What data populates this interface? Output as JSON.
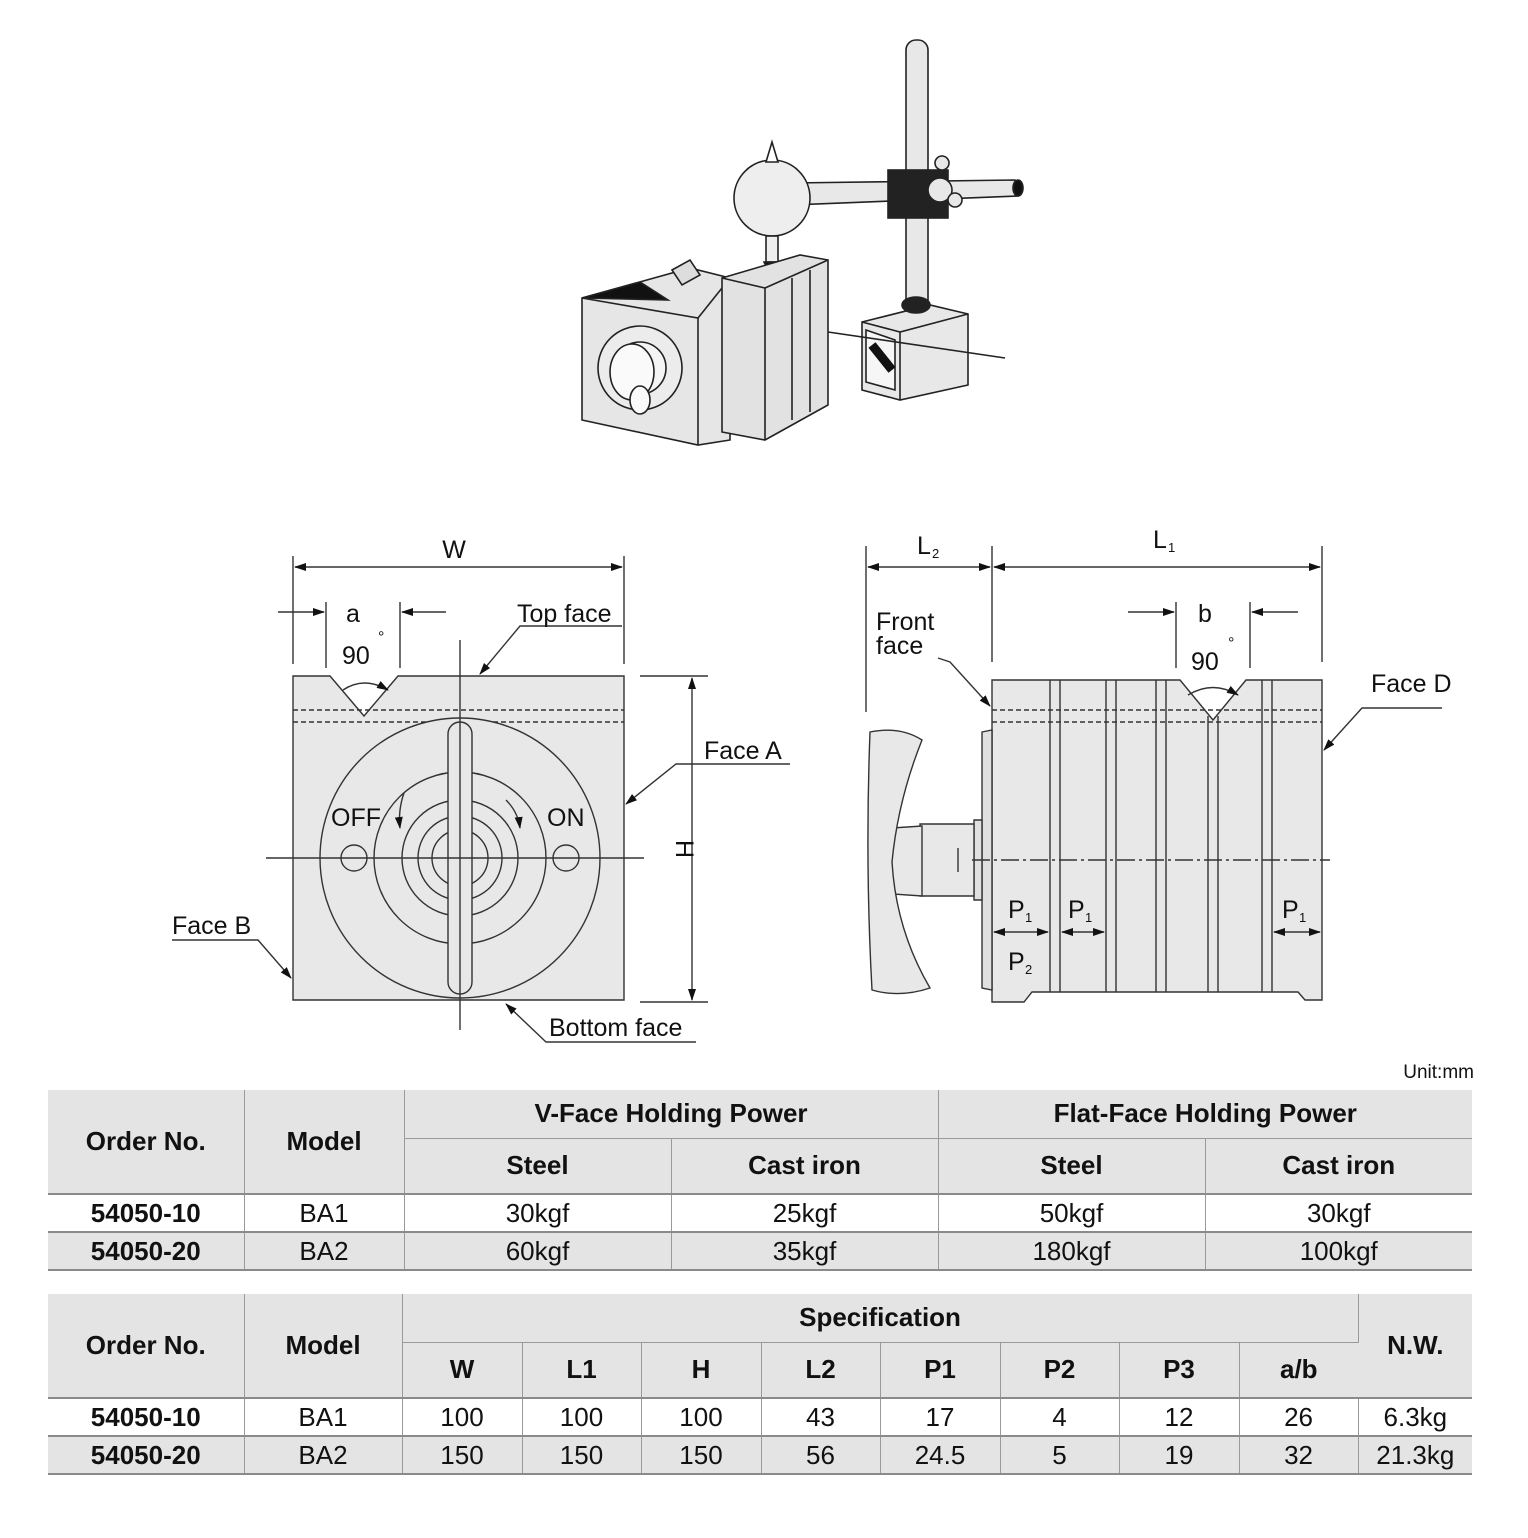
{
  "drawing_labels": {
    "W": "W",
    "a": "a",
    "angle_left": "90",
    "top_face": "Top face",
    "face_a": "Face A",
    "off": "OFF",
    "on": "ON",
    "h": "H",
    "face_b": "Face B",
    "bottom_face": "Bottom face",
    "l2": "L",
    "l2_sub": "2",
    "l1": "L",
    "l1_sub": "1",
    "front_face_1": "Front",
    "front_face_2": "face",
    "b": "b",
    "angle_right": "90",
    "face_d": "Face D",
    "p": "P",
    "p1_sub": "1",
    "p2_sub": "2",
    "degree": "°"
  },
  "unit": "Unit:mm",
  "holding_table": {
    "order_no": "Order No.",
    "model": "Model",
    "v_face": "V-Face Holding Power",
    "flat_face": "Flat-Face Holding Power",
    "sub_headers": [
      "Steel",
      "Cast iron",
      "Steel",
      "Cast iron"
    ],
    "rows": [
      {
        "order": "54050-10",
        "model": "BA1",
        "values": [
          "30kgf",
          "25kgf",
          "50kgf",
          "30kgf"
        ]
      },
      {
        "order": "54050-20",
        "model": "BA2",
        "values": [
          "60kgf",
          "35kgf",
          "180kgf",
          "100kgf"
        ]
      }
    ]
  },
  "spec_table": {
    "order_no": "Order No.",
    "model": "Model",
    "specification": "Specification",
    "nw": "N.W.",
    "sub_headers": [
      "W",
      "L1",
      "H",
      "L2",
      "P1",
      "P2",
      "P3",
      "a/b"
    ],
    "rows": [
      {
        "order": "54050-10",
        "model": "BA1",
        "values": [
          "100",
          "100",
          "100",
          "43",
          "17",
          "4",
          "12",
          "26"
        ],
        "nw": "6.3kg"
      },
      {
        "order": "54050-20",
        "model": "BA2",
        "values": [
          "150",
          "150",
          "150",
          "56",
          "24.5",
          "5",
          "19",
          "32"
        ],
        "nw": "21.3kg"
      }
    ]
  }
}
